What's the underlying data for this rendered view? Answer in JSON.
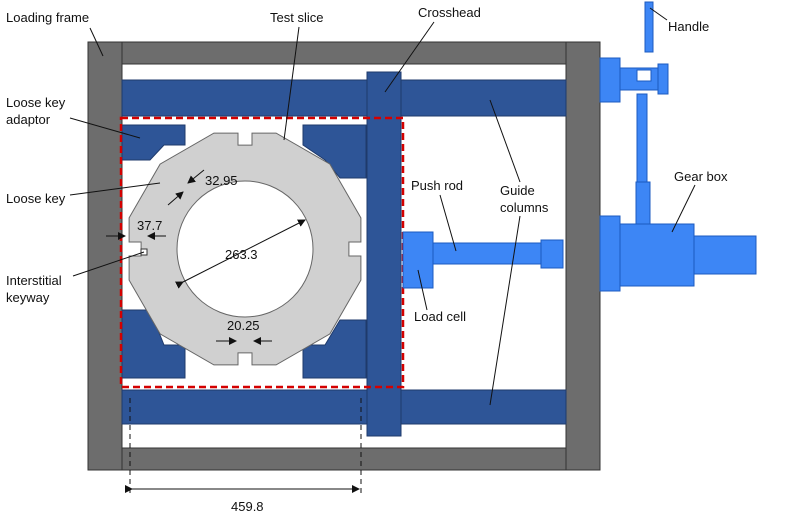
{
  "labels": {
    "loading_frame": "Loading frame",
    "test_slice": "Test slice",
    "crosshead": "Crosshead",
    "handle": "Handle",
    "loose_key_adaptor_1": "Loose key",
    "loose_key_adaptor_2": "adaptor",
    "loose_key": "Loose key",
    "interstitial_keyway_1": "Interstitial",
    "interstitial_keyway_2": "keyway",
    "push_rod": "Push rod",
    "guide_columns_1": "Guide",
    "guide_columns_2": "columns",
    "gear_box": "Gear box",
    "load_cell": "Load cell"
  },
  "dimensions": {
    "key_gap": "32.95",
    "keyway_width": "37.7",
    "bore_diameter": "263.3",
    "slot_width": "20.25",
    "overall_width": "459.8"
  },
  "colors": {
    "frame": "#6d6d6d",
    "dark_blue": "#2e5597",
    "light_blue": "#3d86f5",
    "slice": "#d0d0d0",
    "dashed_box": "#d40000"
  }
}
